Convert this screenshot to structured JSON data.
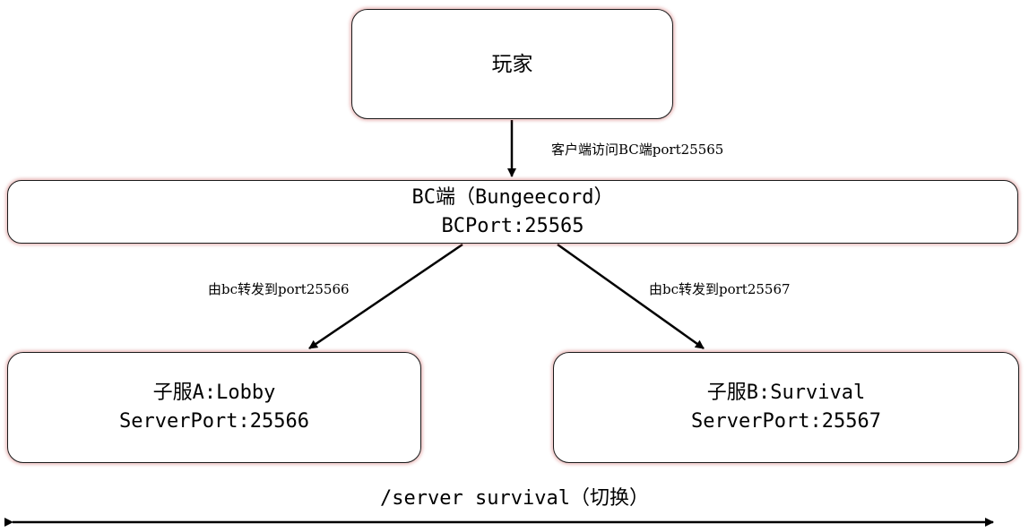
{
  "nodes": {
    "player": {
      "label": "玩家"
    },
    "bungeecord": {
      "line1": "BC端（Bungeecord）",
      "line2": "BCPort:25565"
    },
    "server_a": {
      "line1": "子服A:Lobby",
      "line2": "ServerPort:25566"
    },
    "server_b": {
      "line1": "子服B:Survival",
      "line2": "ServerPort:25567"
    }
  },
  "edges": {
    "player_to_bc": "客户端访问BC端port25565",
    "bc_to_a": "由bc转发到port25566",
    "bc_to_b": "由bc转发到port25567"
  },
  "command": "/server survival（切换）",
  "colors": {
    "border": "#1a1a1a",
    "glow": "#c85050",
    "arrow": "#000000"
  }
}
